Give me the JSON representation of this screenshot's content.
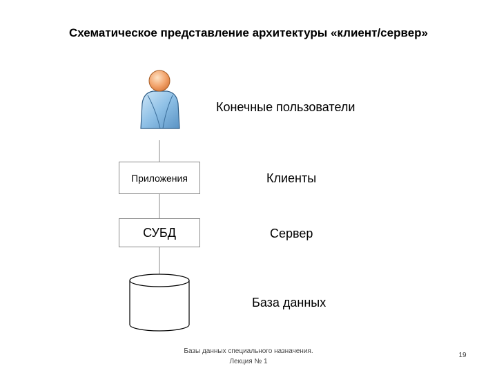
{
  "title": "Схематическое представление архитектуры «клиент/сервер»",
  "diagram": {
    "labels": {
      "users": "Конечные пользователи",
      "clients": "Клиенты",
      "server": "Сервер",
      "database": "База данных"
    },
    "boxes": {
      "applications": "Приложения",
      "dbms": "СУБД"
    }
  },
  "footer": {
    "line1": "Базы данных специального назначения.",
    "line2": "Лекция № 1",
    "page_number": "19"
  }
}
